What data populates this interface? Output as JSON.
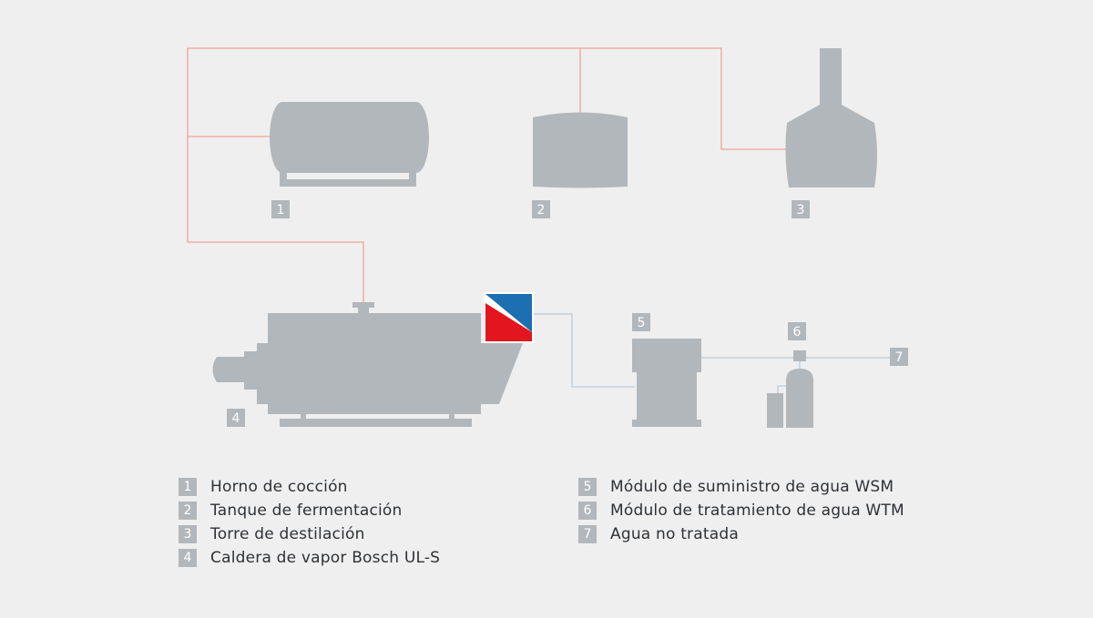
{
  "colors": {
    "background": "#efefef",
    "equipment": "#b2b7bb",
    "steam_line": "#f0a494",
    "water_line": "#b6cde0",
    "logo_blue": "#1c6fb0",
    "logo_red": "#e3161f",
    "label_text": "#2e3135",
    "badge_text": "#ffffff"
  },
  "diagram": {
    "markers": [
      "1",
      "2",
      "3",
      "4",
      "5",
      "6",
      "7"
    ]
  },
  "legend": {
    "left": [
      {
        "number": "1",
        "label": "Horno de cocción"
      },
      {
        "number": "2",
        "label": "Tanque de fermentación"
      },
      {
        "number": "3",
        "label": "Torre de destilación"
      },
      {
        "number": "4",
        "label": "Caldera de vapor Bosch UL-S"
      }
    ],
    "right": [
      {
        "number": "5",
        "label": "Módulo de suministro de agua WSM"
      },
      {
        "number": "6",
        "label": "Módulo de tratamiento de agua WTM"
      },
      {
        "number": "7",
        "label": "Agua no tratada"
      }
    ]
  }
}
